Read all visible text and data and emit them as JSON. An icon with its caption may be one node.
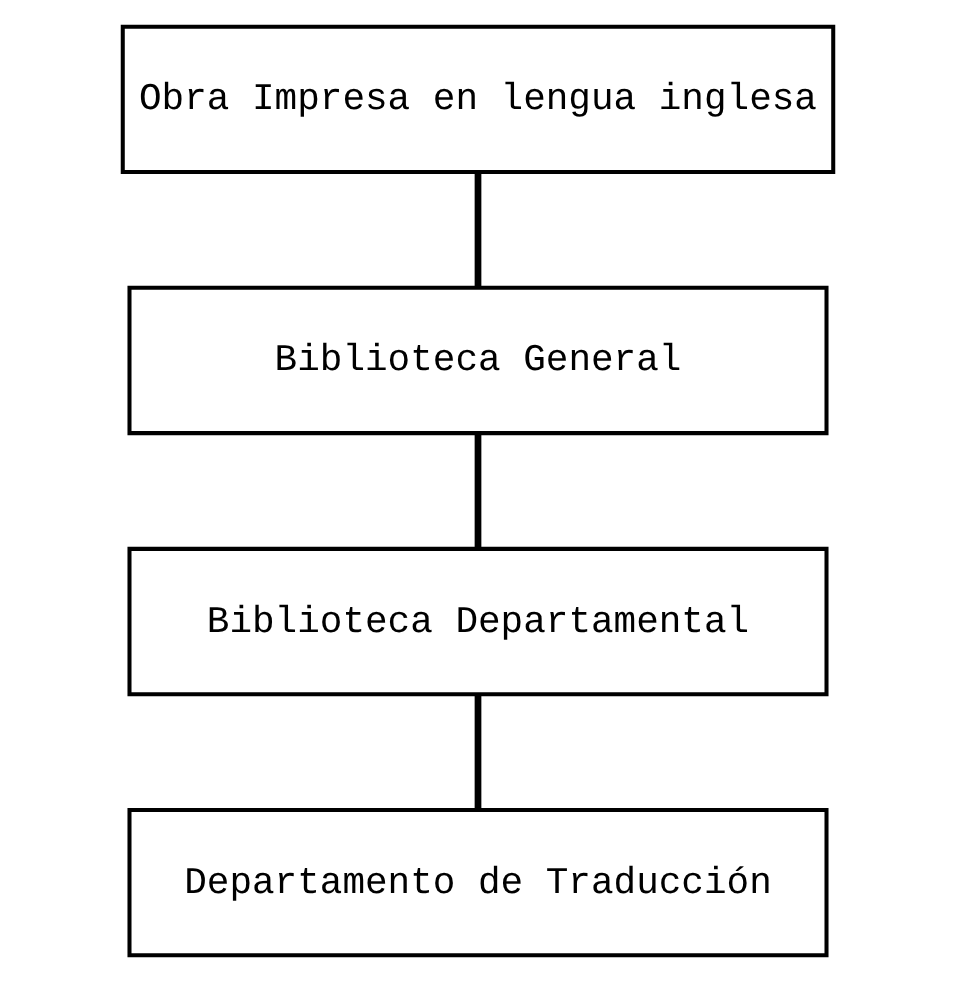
{
  "diagram": {
    "nodes": [
      {
        "text": [
          "Obra Impresa en lengua inglesa"
        ]
      },
      {
        "text": [
          "Biblioteca General"
        ]
      },
      {
        "text": [
          "Biblioteca Departamental"
        ]
      },
      {
        "text": [
          "Departamento de Traducción"
        ]
      }
    ],
    "edges": [
      {
        "from": 0,
        "to": 1,
        "arrow": "none"
      },
      {
        "from": 1,
        "to": 2,
        "arrow": "none"
      },
      {
        "from": 2,
        "to": 3,
        "arrow": "none"
      }
    ]
  }
}
